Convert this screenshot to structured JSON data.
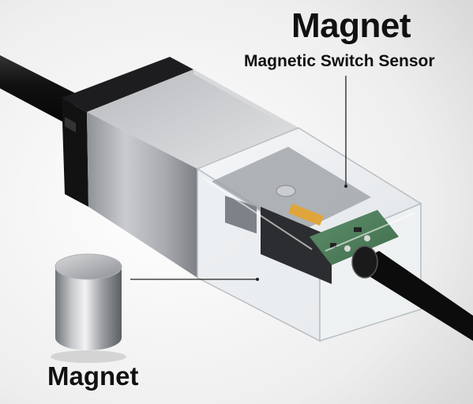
{
  "labels": {
    "title": "Magnet",
    "subtitle": "Magnetic Switch Sensor",
    "bottom": "Magnet"
  }
}
